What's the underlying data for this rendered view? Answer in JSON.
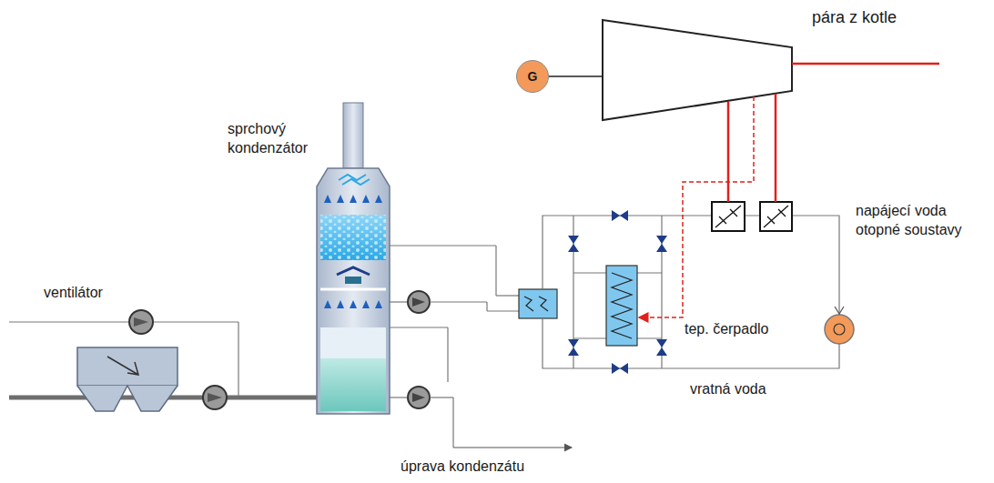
{
  "diagram": {
    "nodes": [
      {
        "text": [
          "G"
        ]
      }
    ],
    "labels": [
      "pára z kotle",
      "sprchový kondenzátor",
      "ventilátor",
      "napájecí voda otopné soustavy",
      "tep. čerpadlo",
      "vratná voda",
      "úprava kondenzátu"
    ]
  }
}
